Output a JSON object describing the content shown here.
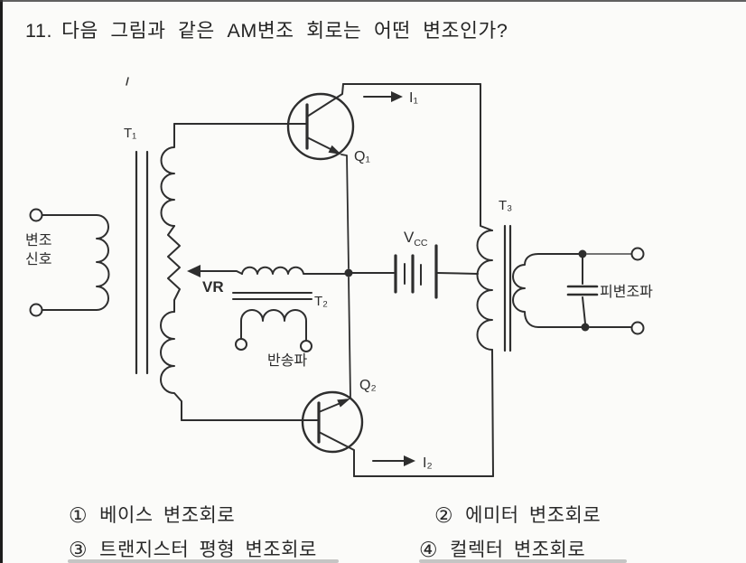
{
  "question": {
    "number": "11.",
    "text": "다음 그림과 같은 AM변조 회로는 어떤 변조인가?"
  },
  "diagram": {
    "modulating_signal": [
      "변조",
      "신호"
    ],
    "transformer_input": "T₁",
    "transformer_carrier": "T₂",
    "transformer_output": "T₃",
    "vr_label": "VR",
    "carrier_label": "반송파",
    "vcc_base": "V",
    "vcc_sub": "CC",
    "transistor_top": "Q₁",
    "transistor_bottom": "Q₂",
    "current_top": "I₁",
    "current_bottom": "I₂",
    "output_label": "피변조파"
  },
  "choices": [
    {
      "marker": "①",
      "label": "베이스 변조회로"
    },
    {
      "marker": "②",
      "label": "에미터 변조회로"
    },
    {
      "marker": "③",
      "label": "트랜지스터 평형 변조회로"
    },
    {
      "marker": "④",
      "label": "컬렉터 변조회로"
    }
  ]
}
